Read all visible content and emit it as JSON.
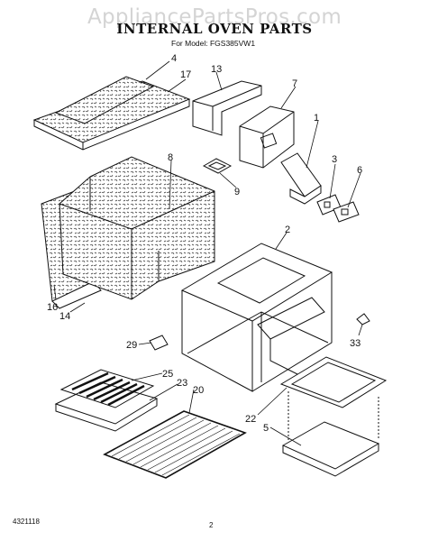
{
  "watermark": "AppliancePartsPros.com",
  "title": "INTERNAL OVEN PARTS",
  "subtitle": "For Model: FGS385VW1",
  "footer": {
    "code": "4321118",
    "page": "2"
  },
  "callouts": [
    "4",
    "17",
    "13",
    "7",
    "1",
    "8",
    "9",
    "3",
    "6",
    "2",
    "16",
    "14",
    "29",
    "33",
    "25",
    "23",
    "20",
    "22",
    "5"
  ]
}
